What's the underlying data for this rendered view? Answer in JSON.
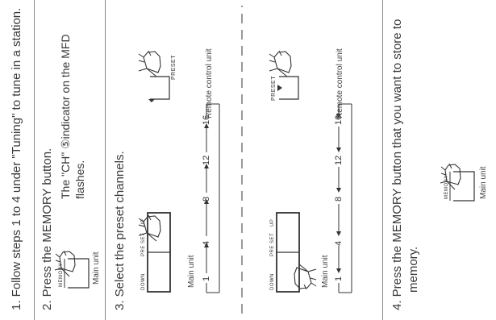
{
  "steps": [
    {
      "text": "1.  Follow steps 1 to 4 under \"Tuning\" to tune in a station."
    },
    {
      "text": "2.  Press the MEMORY button.",
      "note_line1": "The \"CH\" ⑤indicator on the MFD",
      "note_line2": "flashes.",
      "button_label": "MEMORY",
      "unit_label": "Main unit"
    },
    {
      "text": "3.  Select the preset channels.",
      "panel_labels": {
        "down": "DOWN",
        "preset": "PRE SET",
        "up": "UP"
      },
      "main_unit_label": "Main unit",
      "remote_label": "Remote control unit",
      "preset_label": "PRESET",
      "sequence": [
        "1",
        "4",
        "8",
        "12",
        "16"
      ]
    },
    {
      "text_line1": "4.  Press the MEMORY button that you want to store to",
      "text_line2": "memory.",
      "button_label": "MEMORY",
      "unit_label": "Main unit"
    }
  ],
  "icons": {
    "hand": "hand-pointer-icon"
  }
}
